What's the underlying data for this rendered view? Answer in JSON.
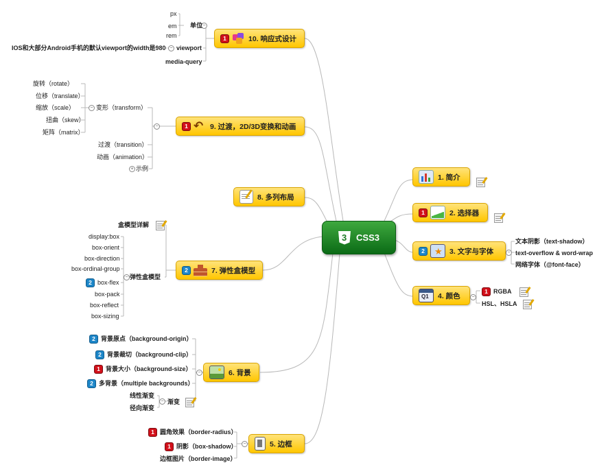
{
  "central": {
    "label": "CSS3"
  },
  "topics": {
    "t1": {
      "label": "1. 简介",
      "icon": "bar-chart-icon"
    },
    "t2": {
      "label": "2. 选择器",
      "badge": "1",
      "icon": "green-slope-icon"
    },
    "t3": {
      "label": "3. 文字与字体",
      "badge": "2",
      "icon": "star-window-icon",
      "children": [
        "文本阴影（text-shadow）",
        "text-overflow & word-wrap",
        "网络字体（@font-face）"
      ]
    },
    "t4": {
      "label": "4. 颜色",
      "icon": "calendar-q1-icon",
      "children": [
        {
          "label": "RGBA",
          "badge": "1"
        },
        {
          "label": "HSL、HSLA"
        }
      ]
    },
    "t5": {
      "label": "5. 边框",
      "icon": "frame-icon",
      "children": [
        {
          "label": "圆角效果（border-radius）",
          "badge": "1"
        },
        {
          "label": "阴影（box-shadow）",
          "badge": "1"
        },
        {
          "label": "边框图片（border-image）"
        }
      ]
    },
    "t6": {
      "label": "6. 背景",
      "icon": "landscape-icon",
      "children": [
        {
          "label": "背景原点（background-origin）",
          "badge": "2"
        },
        {
          "label": "背景裁切（background-clip）",
          "badge": "2"
        },
        {
          "label": "背景大小（background-size）",
          "badge": "1"
        },
        {
          "label": "多背景（multiple backgrounds）",
          "badge": "2"
        },
        {
          "label": "渐变",
          "children": [
            "线性渐变",
            "径向渐变"
          ]
        }
      ]
    },
    "t7": {
      "label": "7. 弹性盒模型",
      "badge": "2",
      "icon": "bricks-icon",
      "children": [
        {
          "label": "盒模型详解"
        },
        {
          "label": "弹性盒模型",
          "children": [
            {
              "label": "display:box"
            },
            {
              "label": "box-orient"
            },
            {
              "label": "box-direction"
            },
            {
              "label": "box-ordinal-group"
            },
            {
              "label": "box-flex",
              "badge": "2"
            },
            {
              "label": "box-pack"
            },
            {
              "label": "box-reflect"
            },
            {
              "label": "box-sizing"
            }
          ]
        }
      ]
    },
    "t8": {
      "label": "8. 多列布局",
      "icon": "pencil-note-icon"
    },
    "t9": {
      "label": "9. 过渡，2D/3D变换和动画",
      "badge": "1",
      "icon": "undo-arrow-icon",
      "children": [
        {
          "label": "变形（transform）",
          "children": [
            "旋转（rotate）",
            "位移（translate）",
            "缩放（scale）",
            "扭曲（skew）",
            "矩阵（matrix）"
          ]
        },
        {
          "label": "过渡（transition）"
        },
        {
          "label": "动画（animation）"
        },
        {
          "label": "示例"
        }
      ]
    },
    "t10": {
      "label": "10. 响应式设计",
      "badge": "1",
      "icon": "puzzle-icon",
      "children": [
        {
          "label": "单位",
          "children": [
            "px",
            "em",
            "rem"
          ]
        },
        {
          "label": "viewport",
          "children": [
            "IOS和大部分Android手机的默认viewport的width是980"
          ]
        },
        {
          "label": "media-query"
        }
      ]
    }
  },
  "colors": {
    "topic_fill": "#ffc600",
    "central_fill": "#1b7a23",
    "badge_red": "#d2101a",
    "badge_blue": "#1d86c8",
    "line": "#b8b8b8"
  }
}
